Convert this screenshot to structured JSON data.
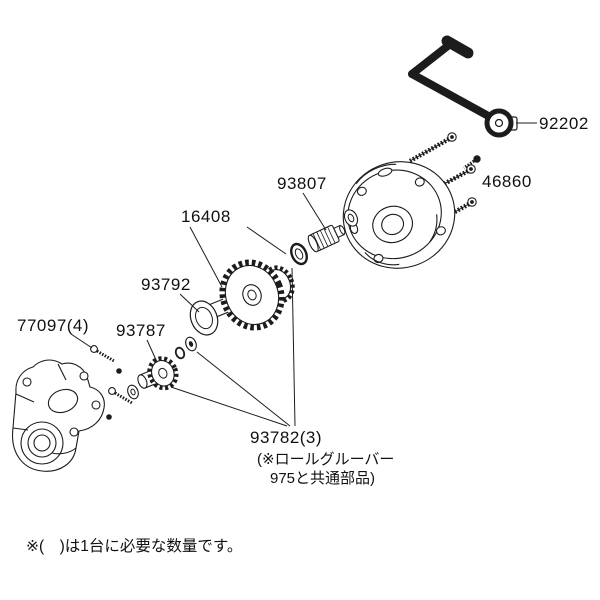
{
  "labels": {
    "p92202": "92202",
    "p46860": "46860",
    "p93807": "93807",
    "p16408": "16408",
    "p93792": "93792",
    "p77097": "77097(4)",
    "p93787": "93787",
    "p93782": "93782(3)",
    "note_line1": "(※ロールグルーバー",
    "note_line2": "975と共通部品)"
  },
  "footer": {
    "note": "※(　)は1台に必要な数量です。"
  },
  "colors": {
    "line": "#1c1c1c",
    "background": "#ffffff"
  }
}
